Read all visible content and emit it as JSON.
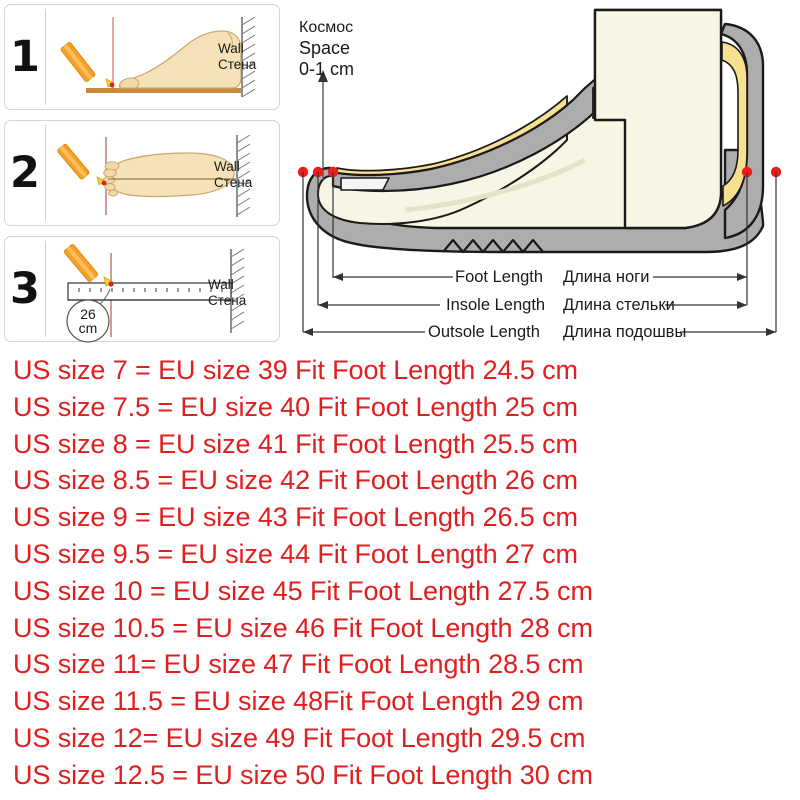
{
  "instructions": {
    "steps": [
      {
        "number": "1",
        "name": "side-view-pencil-marking",
        "wall_en": "Wall",
        "wall_ru": "Стена"
      },
      {
        "number": "2",
        "name": "top-view-pencil-marking",
        "wall_en": "Wall",
        "wall_ru": "Стена"
      },
      {
        "number": "3",
        "name": "ruler-measuring",
        "wall_en": "Wall",
        "wall_ru": "Стена",
        "measurement_value": "26",
        "measurement_unit": "cm"
      }
    ]
  },
  "shoe_diagram": {
    "space_label": {
      "ru": "Космос",
      "en": "Space",
      "value": "0-1 cm"
    },
    "measurements": [
      {
        "en": "Foot Length",
        "ru": "Длина ноги"
      },
      {
        "en": "Insole Length",
        "ru": "Длина стельки"
      },
      {
        "en": "Outsole Length",
        "ru": "Длина подошвы"
      }
    ],
    "colors": {
      "upper": "#f7f5e3",
      "lining_gray": "#adadad",
      "padding_yellow": "#f7e08f",
      "outline": "#1a1a1a",
      "marker_red": "#ef1c1c"
    }
  },
  "size_chart": {
    "text_color": "#e02020",
    "lines": [
      "US size 7 = EU size 39 Fit Foot Length 24.5 cm",
      "US size 7.5 = EU size 40 Fit Foot Length 25 cm",
      "US size 8 = EU size 41 Fit Foot Length 25.5 cm",
      "US size 8.5 = EU size 42 Fit Foot Length 26 cm",
      "US size 9 = EU size 43 Fit Foot Length 26.5 cm",
      "US size 9.5 = EU size 44 Fit Foot Length 27 cm",
      "US size 10 = EU size 45 Fit Foot Length 27.5 cm",
      "US size 10.5 = EU size 46 Fit Foot Length 28 cm",
      "US size 11= EU size 47 Fit Foot Length 28.5 cm",
      "US size 11.5 = EU size 48Fit Foot Length 29 cm",
      "US size 12= EU size 49 Fit Foot Length 29.5 cm",
      "US size 12.5 = EU size 50 Fit Foot Length 30 cm"
    ],
    "rows": [
      {
        "us": "7",
        "eu": "39",
        "foot_length_cm": "24.5"
      },
      {
        "us": "7.5",
        "eu": "40",
        "foot_length_cm": "25"
      },
      {
        "us": "8",
        "eu": "41",
        "foot_length_cm": "25.5"
      },
      {
        "us": "8.5",
        "eu": "42",
        "foot_length_cm": "26"
      },
      {
        "us": "9",
        "eu": "43",
        "foot_length_cm": "26.5"
      },
      {
        "us": "9.5",
        "eu": "44",
        "foot_length_cm": "27"
      },
      {
        "us": "10",
        "eu": "45",
        "foot_length_cm": "27.5"
      },
      {
        "us": "10.5",
        "eu": "46",
        "foot_length_cm": "28"
      },
      {
        "us": "11",
        "eu": "47",
        "foot_length_cm": "28.5"
      },
      {
        "us": "11.5",
        "eu": "48",
        "foot_length_cm": "29"
      },
      {
        "us": "12",
        "eu": "49",
        "foot_length_cm": "29.5"
      },
      {
        "us": "12.5",
        "eu": "50",
        "foot_length_cm": "30"
      }
    ]
  }
}
